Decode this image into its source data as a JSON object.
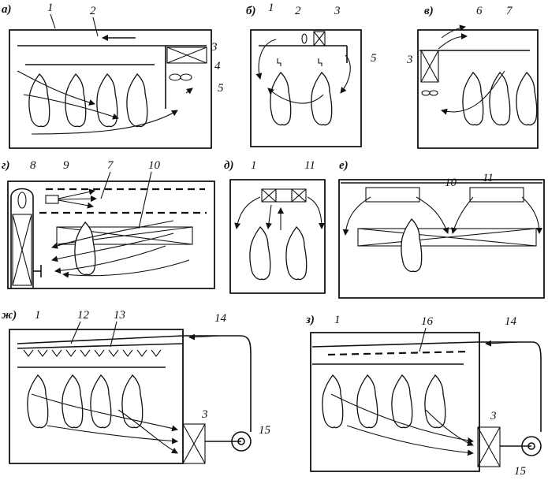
{
  "panels": [
    {
      "id": "a",
      "label": "а)"
    },
    {
      "id": "b",
      "label": "б)"
    },
    {
      "id": "v",
      "label": "в)"
    },
    {
      "id": "g",
      "label": "г)"
    },
    {
      "id": "d",
      "label": "д)"
    },
    {
      "id": "e",
      "label": "е)"
    },
    {
      "id": "zh",
      "label": "ж)"
    },
    {
      "id": "z",
      "label": "з)"
    }
  ],
  "callouts": {
    "a": [
      "1",
      "2",
      "3",
      "4",
      "5"
    ],
    "b": [
      "1",
      "2",
      "3",
      "5"
    ],
    "v": [
      "3",
      "6",
      "7"
    ],
    "g": [
      "8",
      "9",
      "7",
      "10"
    ],
    "d": [
      "1",
      "11"
    ],
    "e": [
      "10",
      "11"
    ],
    "zh": [
      "1",
      "12",
      "13",
      "14",
      "3",
      "15"
    ],
    "z": [
      "1",
      "16",
      "14",
      "3",
      "15"
    ]
  }
}
